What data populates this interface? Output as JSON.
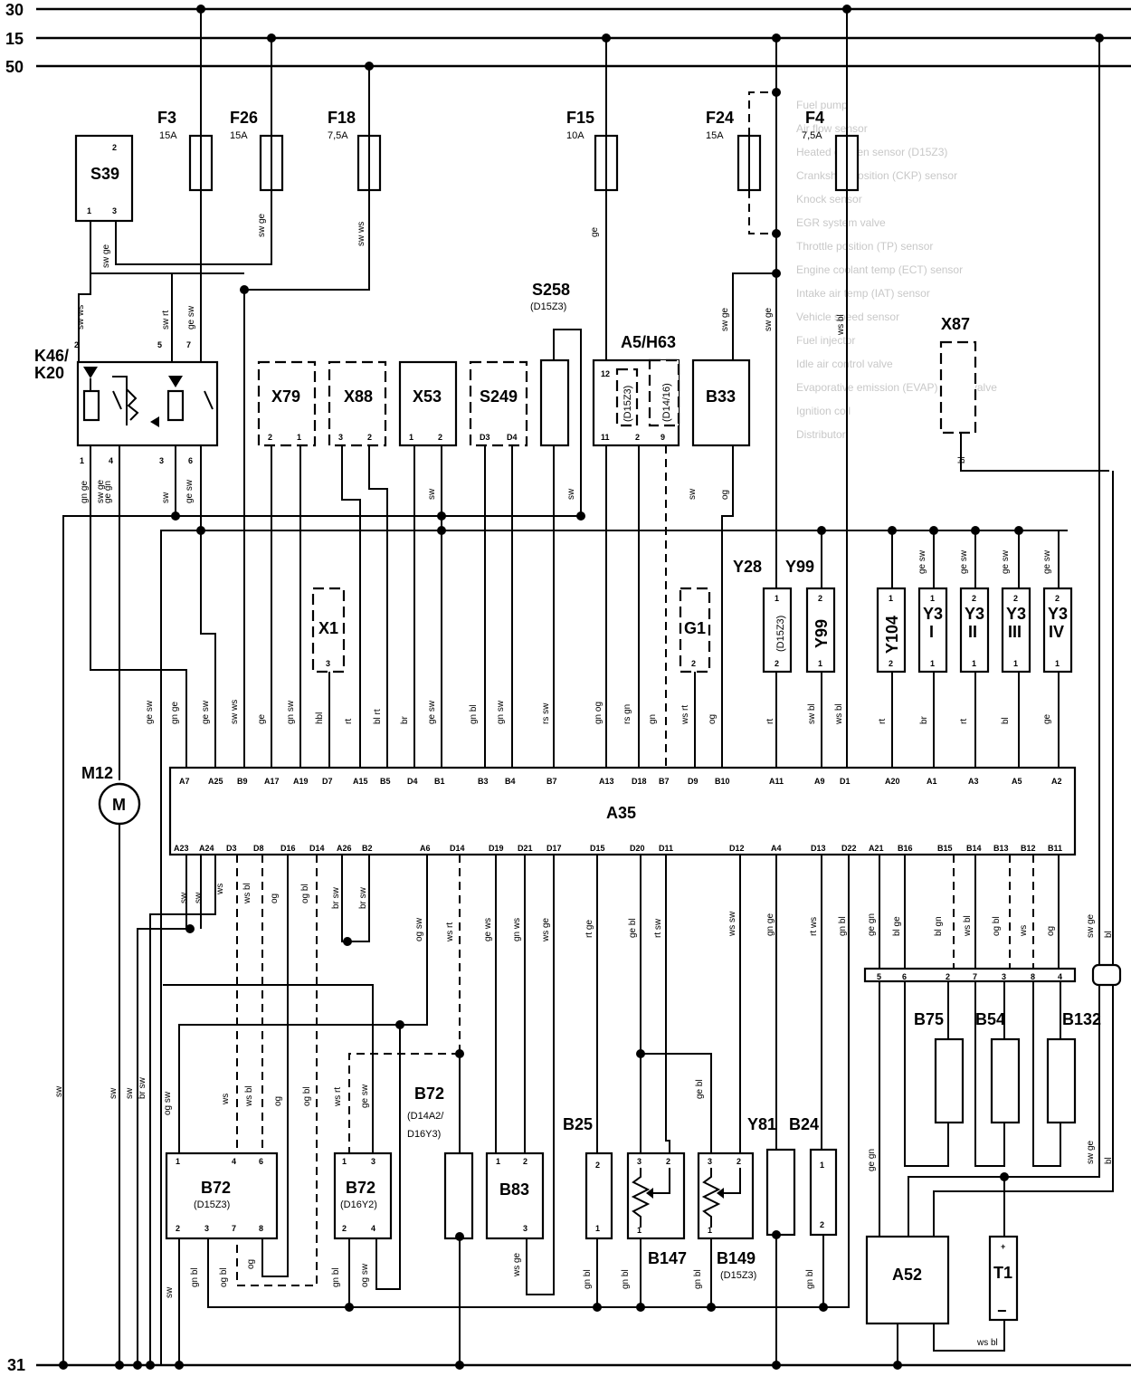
{
  "rails": [
    {
      "id": "30",
      "label": "30"
    },
    {
      "id": "15",
      "label": "15"
    },
    {
      "id": "50",
      "label": "50"
    },
    {
      "id": "31",
      "label": "31"
    }
  ],
  "fuses": [
    {
      "id": "F3",
      "label": "F3",
      "rating": "15A"
    },
    {
      "id": "F26",
      "label": "F26",
      "rating": "15A"
    },
    {
      "id": "F18",
      "label": "F18",
      "rating": "7,5A"
    },
    {
      "id": "F15",
      "label": "F15",
      "rating": "10A"
    },
    {
      "id": "F24",
      "label": "F24",
      "rating": "15A"
    },
    {
      "id": "F4",
      "label": "F4",
      "rating": "7,5A"
    }
  ],
  "components": {
    "S39": {
      "label": "S39",
      "pins": [
        "2",
        "1",
        "3"
      ]
    },
    "K46": {
      "label": "K46/",
      "label2": "K20",
      "pins": [
        "2",
        "5",
        "7",
        "1",
        "4",
        "3",
        "6"
      ]
    },
    "X79": {
      "label": "X79",
      "pins": [
        "2",
        "1"
      ]
    },
    "X88": {
      "label": "X88",
      "pins": [
        "3",
        "2"
      ]
    },
    "X53": {
      "label": "X53",
      "pins": [
        "1",
        "2"
      ]
    },
    "S249": {
      "label": "S249",
      "pins": [
        "D3",
        "D4"
      ]
    },
    "S258": {
      "label": "S258",
      "sub": "(D15Z3)"
    },
    "A5H63": {
      "label": "A5/H63",
      "inner1": "(D15Z3)",
      "inner2": "(D14/16)",
      "pins": [
        "12",
        "11",
        "2",
        "9"
      ]
    },
    "B33": {
      "label": "B33"
    },
    "X87": {
      "label": "X87"
    },
    "X1": {
      "label": "X1",
      "pins": [
        "3"
      ]
    },
    "G1": {
      "label": "G1",
      "pins": [
        "2"
      ]
    },
    "Y28": {
      "label": "Y28",
      "inner": "(D15Z3)",
      "pins": [
        "1",
        "2"
      ]
    },
    "Y99": {
      "label": "Y99",
      "inner": "Y99",
      "pins": [
        "2",
        "1"
      ]
    },
    "Y104": {
      "label": "Y104",
      "pins": [
        "1",
        "2"
      ]
    },
    "Y3I": {
      "label": "Y3",
      "roman": "I",
      "pins": [
        "1",
        "1"
      ]
    },
    "Y3II": {
      "label": "Y3",
      "roman": "II",
      "pins": [
        "2",
        "1"
      ]
    },
    "Y3III": {
      "label": "Y3",
      "roman": "III",
      "pins": [
        "2",
        "1"
      ]
    },
    "Y3IV": {
      "label": "Y3",
      "roman": "IV",
      "pins": [
        "2",
        "1"
      ]
    },
    "M12": {
      "label": "M12",
      "symbol": "M"
    },
    "A35": {
      "label": "A35"
    },
    "B72a": {
      "label": "B72",
      "sub": "(D15Z3)",
      "pins": [
        "1",
        "4",
        "6",
        "2",
        "3",
        "7",
        "8"
      ]
    },
    "B72b": {
      "label": "B72",
      "sub": "(D16Y2)",
      "pins": [
        "1",
        "3",
        "2",
        "4"
      ]
    },
    "B72c": {
      "label": "B72",
      "sub1": "(D14A2/",
      "sub2": "D16Y3)"
    },
    "B83": {
      "label": "B83",
      "pins": [
        "1",
        "2",
        "3"
      ]
    },
    "B25": {
      "label": "B25",
      "pins": [
        "2",
        "1"
      ]
    },
    "B147": {
      "label": "B147",
      "pins": [
        "3",
        "2",
        "1"
      ]
    },
    "B149": {
      "label": "B149",
      "sub": "(D15Z3)",
      "pins": [
        "3",
        "2",
        "1"
      ]
    },
    "Y81": {
      "label": "Y81"
    },
    "B24": {
      "label": "B24",
      "pins": [
        "1",
        "2"
      ]
    },
    "B75": {
      "label": "B75"
    },
    "B54": {
      "label": "B54"
    },
    "B132": {
      "label": "B132"
    },
    "A52": {
      "label": "A52"
    },
    "T1": {
      "label": "T1",
      "plus": "+",
      "minus": "−"
    }
  },
  "connector_bar_pins": [
    "5",
    "6",
    "2",
    "7",
    "3",
    "8",
    "4"
  ],
  "a35_top_pins": [
    "A7",
    "A25",
    "B9",
    "A17",
    "A19",
    "D7",
    "A15",
    "B5",
    "D4",
    "B1",
    "B3",
    "B4",
    "B7",
    "A13",
    "D18",
    "B7",
    "D9",
    "B10",
    "A11",
    "A9",
    "D1",
    "A20",
    "A1",
    "A3",
    "A5",
    "A2"
  ],
  "a35_bottom_pins": [
    "A23",
    "A24",
    "D3",
    "D8",
    "D16",
    "D14",
    "A26",
    "B2",
    "A6",
    "D14",
    "D19",
    "D21",
    "D17",
    "D15",
    "D20",
    "D11",
    "D12",
    "A4",
    "D13",
    "D22",
    "A21",
    "B16",
    "B15",
    "B14",
    "B13",
    "B12",
    "B11"
  ],
  "wire_colors_top": [
    "ge sw",
    "gn ge",
    "ge sw",
    "sw ws",
    "ge",
    "gn sw",
    "hbl",
    "rt",
    "bl rt",
    "br",
    "ge sw",
    "gn bl",
    "gn sw",
    "rs sw",
    "gn og",
    "rs gn",
    "gn",
    "ws rt",
    "og",
    "rt",
    "sw bl",
    "ws bl",
    "rt",
    "br",
    "rt",
    "bl",
    "ge"
  ],
  "wire_colors_upper": [
    "sw ge",
    "sw ws",
    "sw rt",
    "ge sw",
    "sw ge",
    "sw ws",
    "ge",
    "sw ge",
    "sw ge",
    "ws bl",
    "sw ge",
    "gn ge",
    "ge gn",
    "sw",
    "ge sw",
    "sw",
    "sw",
    "sw",
    "og",
    "bl",
    "ge sw",
    "ge sw",
    "ge sw",
    "ge sw"
  ],
  "wire_colors_bottom": [
    "sw",
    "sw",
    "ws",
    "ws bl",
    "og",
    "og bl",
    "br sw",
    "br sw",
    "og sw",
    "ws rt",
    "ge ws",
    "gn ws",
    "ws ge",
    "rt ge",
    "ge bl",
    "rt sw",
    "ws sw",
    "gn ge",
    "rt ws",
    "gn bl",
    "ge gn",
    "bl ge",
    "bl gn",
    "ws bl",
    "og bl",
    "ws",
    "og",
    "sw ge",
    "bl"
  ],
  "wire_colors_lower": [
    "sw",
    "sw",
    "sw",
    "br sw",
    "og sw",
    "ws",
    "ws bl",
    "og",
    "og bl",
    "ws rt",
    "ge sw",
    "ge bl",
    "ge gn",
    "sw ge",
    "bl",
    "sw",
    "gn bl",
    "og bl",
    "og",
    "gn bl",
    "og sw",
    "ws ge",
    "gn bl",
    "gn bl",
    "gn bl",
    "gn bl",
    "ws bl"
  ],
  "background_text": [
    "Fuel pump",
    "Air flow sensor",
    "Heated oxygen sensor (D15Z3)",
    "Crankshaft position (CKP) sensor",
    "Knock sensor",
    "EGR system valve",
    "Throttle position (TP) sensor",
    "Engine coolant temp (ECT) sensor",
    "Intake air temp (IAT) sensor",
    "Vehicle speed sensor",
    "Fuel injector",
    "Idle air control valve",
    "Evaporative emission (EVAP) purge valve",
    "Ignition coil",
    "Distributor"
  ]
}
